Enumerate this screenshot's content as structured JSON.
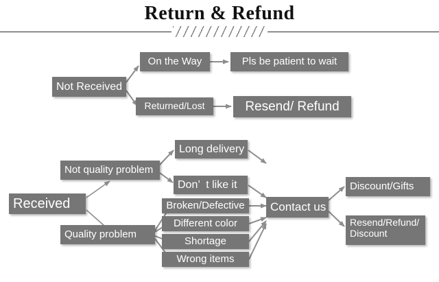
{
  "header": {
    "title": "Return & Refund",
    "divider_left": "rule",
    "divider_right": "rule",
    "hatch": "diagonal-hatch-ornament"
  },
  "colors": {
    "node_fill": "#767676",
    "node_text": "#ffffff",
    "connector": "#8d8d8d",
    "title_text": "#111111",
    "background": "#ffffff",
    "rule": "#2b2b2b"
  },
  "flow": {
    "not_received_branch": {
      "root": {
        "label": "Not Received"
      },
      "nodes": [
        {
          "label": "On the Way"
        },
        {
          "label": "Pls be patient to wait"
        },
        {
          "label": "Returned/Lost"
        },
        {
          "label": "Resend/ Refund"
        }
      ]
    },
    "received_branch": {
      "root": {
        "label": "Received"
      },
      "categories": [
        {
          "label": "Not quality problem"
        },
        {
          "label": "Quality problem"
        }
      ],
      "reasons": [
        {
          "label": "Long delivery"
        },
        {
          "label": "Don’  t like it"
        },
        {
          "label": "Broken/Defective"
        },
        {
          "label": "Different color"
        },
        {
          "label": "Shortage"
        },
        {
          "label": "Wrong items"
        }
      ],
      "action": {
        "label": "Contact us"
      },
      "outcomes": [
        {
          "label": "Discount/Gifts"
        },
        {
          "label": "Resend/Refund/\nDiscount"
        }
      ]
    }
  }
}
